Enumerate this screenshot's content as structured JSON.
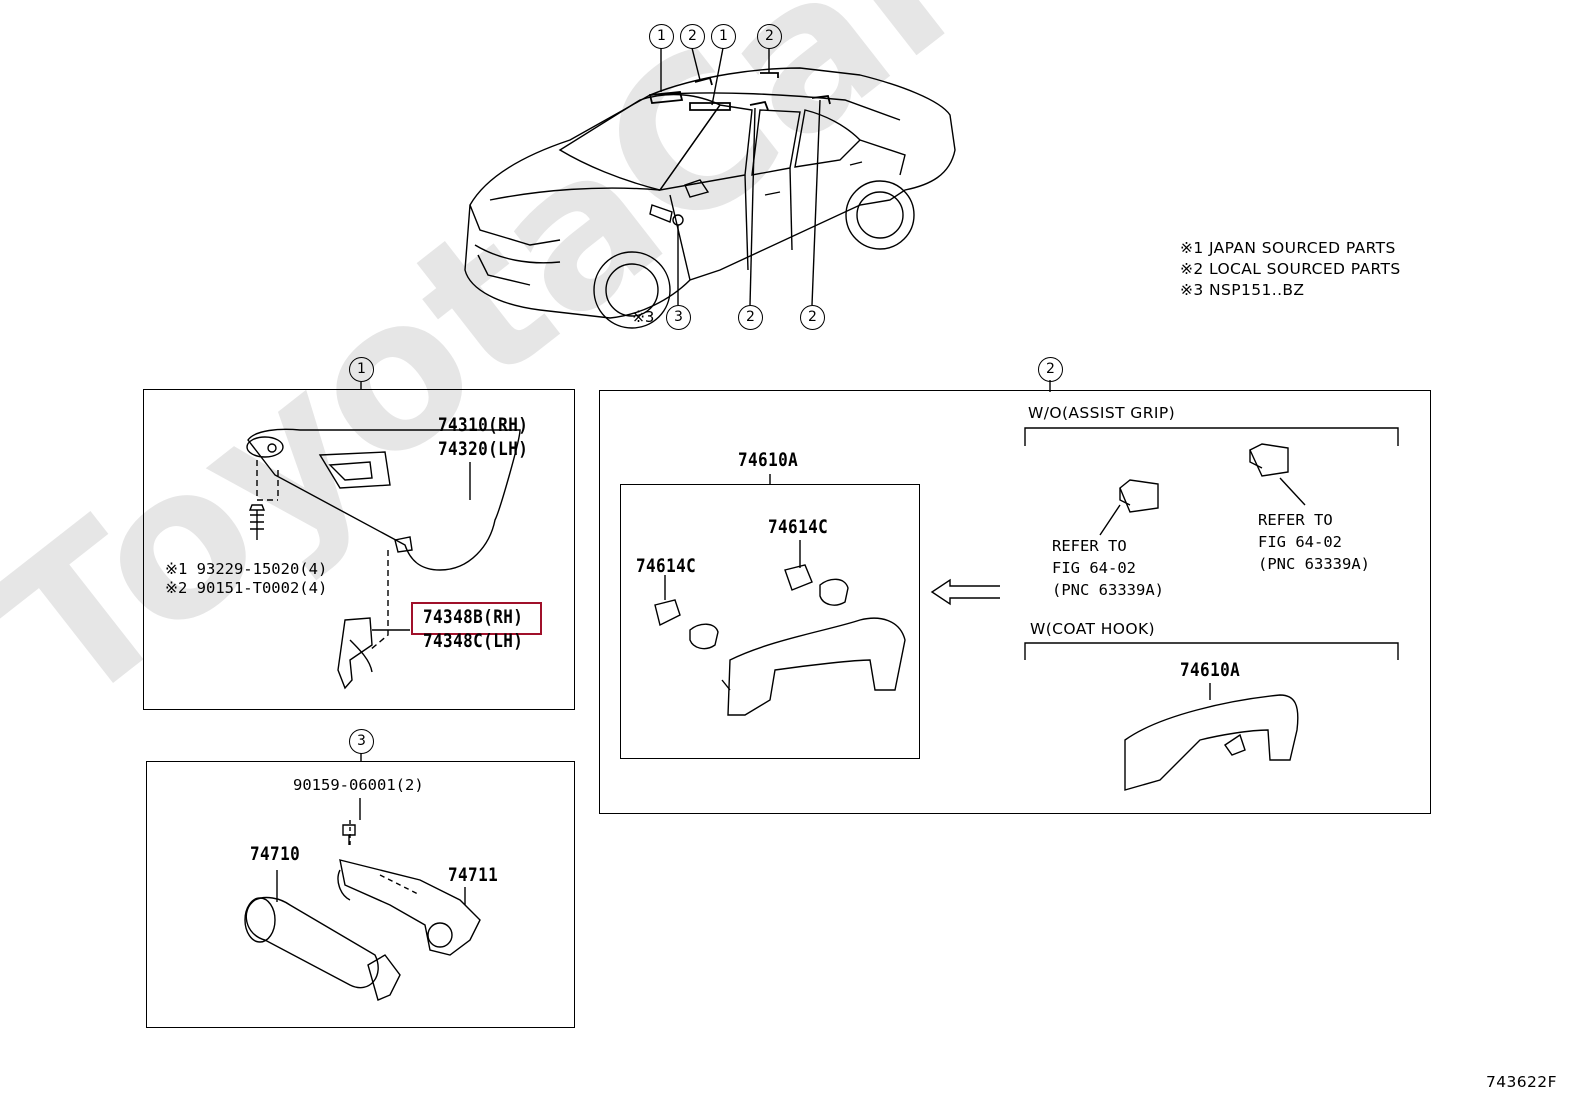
{
  "watermark": "ToyotaCarMine.ru",
  "figure_code": "743622F",
  "overview": {
    "top_callouts": [
      "1",
      "2",
      "1",
      "2"
    ],
    "bottom_callouts": [
      "3",
      "2",
      "2"
    ],
    "bottom_mark": "※3"
  },
  "legend": [
    "※1 JAPAN SOURCED PARTS",
    "※2 LOCAL SOURCED PARTS",
    "※3 NSP151..BZ"
  ],
  "panel1": {
    "label": "1",
    "part_visor_rh": "74310(RH)",
    "part_visor_lh": "74320(LH)",
    "screw_1": "※1 93229-15020(4)",
    "screw_2": "※2 90151-T0002(4)",
    "holder_rh": "74348B(RH)",
    "holder_lh": "74348C(LH)"
  },
  "panel2": {
    "label": "2",
    "grip_label": "74610A",
    "clip_a": "74614C",
    "clip_b": "74614C",
    "wo_header": "W/O(ASSIST GRIP)",
    "refer_left": [
      "REFER TO",
      "FIG 64-02",
      "(PNC 63339A)"
    ],
    "refer_right": [
      "REFER TO",
      "FIG 64-02",
      "(PNC 63339A)"
    ],
    "w_header": "W(COAT HOOK)",
    "hook_label": "74610A"
  },
  "panel3": {
    "label": "3",
    "bolt": "90159-06001(2)",
    "part_a": "74710",
    "part_b": "74711"
  }
}
